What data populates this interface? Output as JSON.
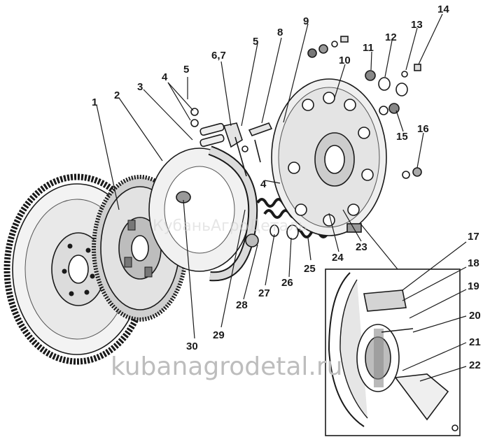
{
  "callouts": [
    "1",
    "2",
    "3",
    "4",
    "5",
    "6,7",
    "8",
    "9",
    "10",
    "11",
    "12",
    "13",
    "14",
    "15",
    "16",
    "17",
    "18",
    "19",
    "20",
    "21",
    "22",
    "23",
    "24",
    "25",
    "26",
    "27",
    "28",
    "29",
    "30"
  ],
  "watermark": {
    "main": "kubanagrodetal.ru",
    "overlay": "КубаньАгроДеталь"
  },
  "colors": {
    "ink": "#1a1a1a",
    "shade": "#8a8a8a",
    "light": "#e6e6e6",
    "watermark": "#bdbdbd"
  }
}
